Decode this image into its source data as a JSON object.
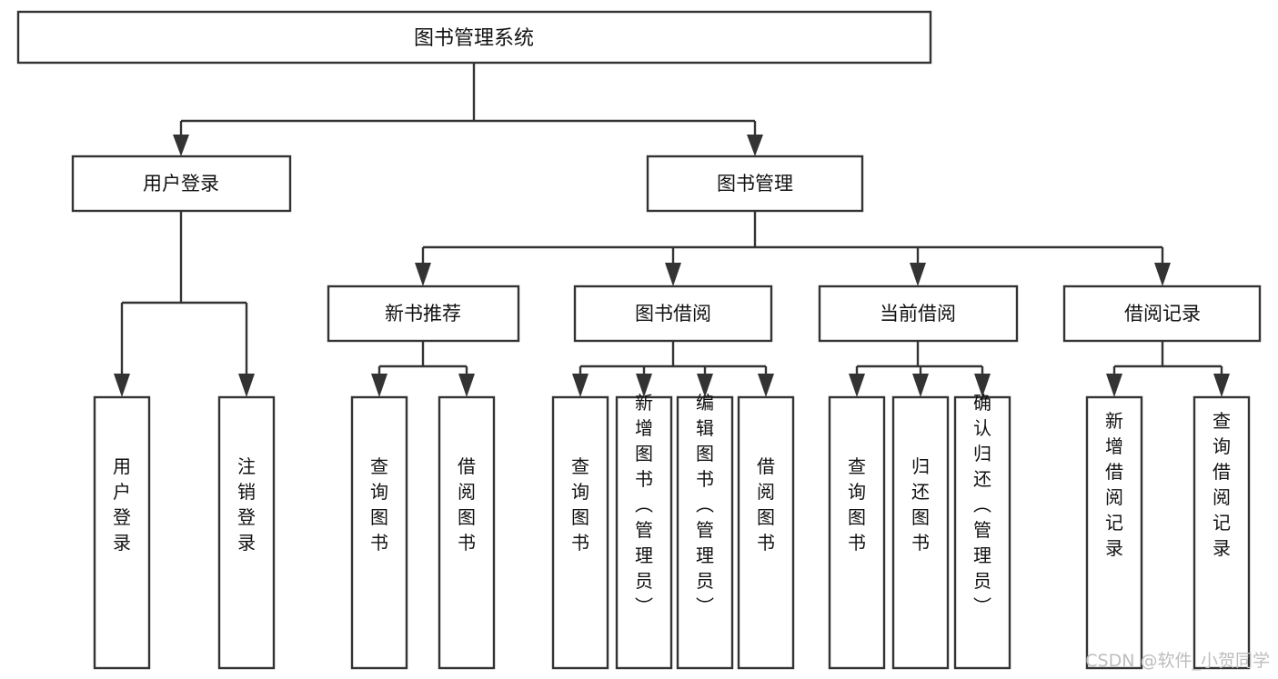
{
  "diagram": {
    "title": "图书管理系统",
    "type": "tree-hierarchy",
    "root": {
      "id": "root",
      "label": "图书管理系统"
    },
    "level2": [
      {
        "id": "user-login",
        "label": "用户登录"
      },
      {
        "id": "book-manage",
        "label": "图书管理"
      }
    ],
    "level3": [
      {
        "id": "new-book-rec",
        "label": "新书推荐",
        "parent": "book-manage"
      },
      {
        "id": "book-borrow",
        "label": "图书借阅",
        "parent": "book-manage"
      },
      {
        "id": "current-borrow",
        "label": "当前借阅",
        "parent": "book-manage"
      },
      {
        "id": "borrow-record",
        "label": "借阅记录",
        "parent": "book-manage"
      }
    ],
    "leaves": {
      "user-login": [
        {
          "id": "leaf-user-login",
          "label": "用户登录"
        },
        {
          "id": "leaf-logout",
          "label": "注销登录"
        }
      ],
      "new-book-rec": [
        {
          "id": "leaf-query-book-1",
          "label": "查询图书"
        },
        {
          "id": "leaf-borrow-book-1",
          "label": "借阅图书"
        }
      ],
      "book-borrow": [
        {
          "id": "leaf-query-book-2",
          "label": "查询图书"
        },
        {
          "id": "leaf-add-book",
          "label": "新增图书（管理员）"
        },
        {
          "id": "leaf-edit-book",
          "label": "编辑图书（管理员）"
        },
        {
          "id": "leaf-borrow-book-2",
          "label": "借阅图书"
        }
      ],
      "current-borrow": [
        {
          "id": "leaf-query-book-3",
          "label": "查询图书"
        },
        {
          "id": "leaf-return-book",
          "label": "归还图书"
        },
        {
          "id": "leaf-confirm-return",
          "label": "确认归还（管理员）"
        }
      ],
      "borrow-record": [
        {
          "id": "leaf-add-record",
          "label": "新增借阅记录"
        },
        {
          "id": "leaf-query-record",
          "label": "查询借阅记录"
        }
      ]
    }
  },
  "watermark": {
    "text": "CSDN @软件_小贺同学"
  },
  "colors": {
    "box_stroke": "#333333",
    "box_fill": "#ffffff",
    "text": "#111111",
    "connector": "#333333",
    "watermark": "#bdbdbd",
    "background": "#ffffff"
  }
}
